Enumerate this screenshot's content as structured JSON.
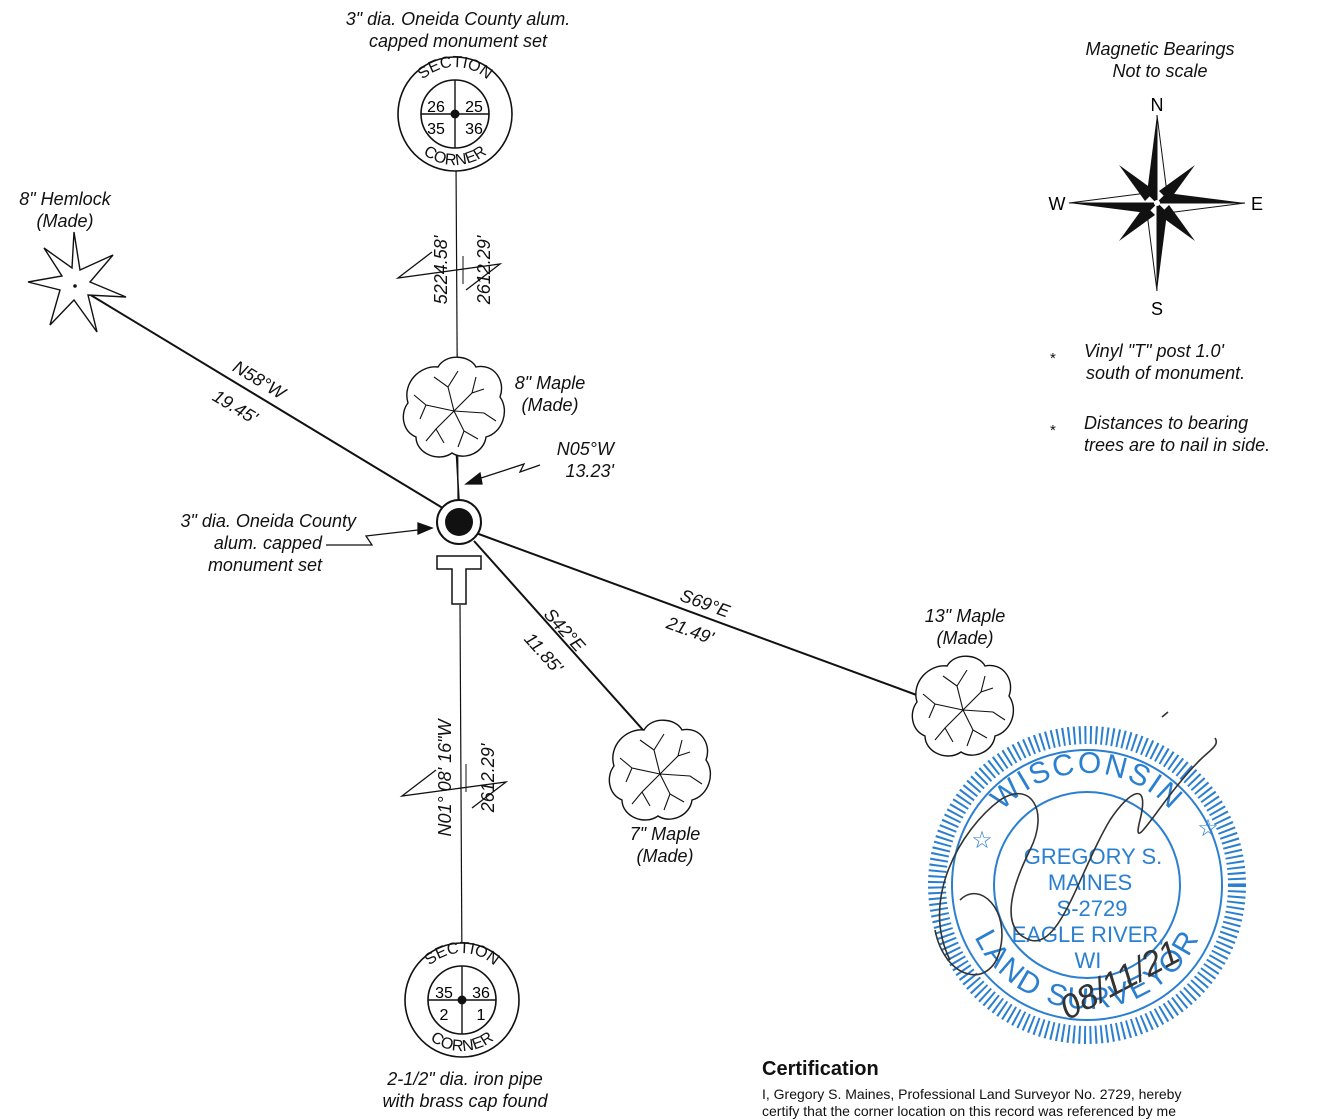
{
  "section_corner_north": {
    "label_line1": "3\" dia. Oneida County alum.",
    "label_line2": "capped monument set",
    "ring_top": "SECTION",
    "ring_bottom": "CORNER",
    "quadrants": [
      "26",
      "25",
      "35",
      "36"
    ]
  },
  "section_corner_south": {
    "label_line1": "2-1/2\" dia. iron pipe",
    "label_line2": "with brass cap found",
    "ring_top": "SECTION",
    "ring_bottom": "CORNER",
    "quadrants": [
      "35",
      "36",
      "2",
      "1"
    ]
  },
  "monument": {
    "label_line1": "3\" dia. Oneida County",
    "label_line2": "alum. capped",
    "label_line3": "monument set",
    "post_letter": "T"
  },
  "north_line": {
    "distance_total": "5224.58'",
    "distance_half": "2612.29'"
  },
  "south_line": {
    "bearing": "N01° 08' 16\"W",
    "distance_half": "2612.29'"
  },
  "bearing_trees": [
    {
      "id": "hemlock",
      "label_line1": "8\" Hemlock",
      "label_line2": "(Made)",
      "bearing": "N58°W",
      "distance": "19.45'"
    },
    {
      "id": "maple8",
      "label_line1": "8\" Maple",
      "label_line2": "(Made)",
      "bearing": "N05°W",
      "distance": "13.23'"
    },
    {
      "id": "maple13",
      "label_line1": "13\" Maple",
      "label_line2": "(Made)",
      "bearing": "S69°E",
      "distance": "21.49'"
    },
    {
      "id": "maple7",
      "label_line1": "7\" Maple",
      "label_line2": "(Made)",
      "bearing": "S42°E",
      "distance": "11.85'"
    }
  ],
  "compass": {
    "title_line1": "Magnetic Bearings",
    "title_line2": "Not to scale",
    "n": "N",
    "s": "S",
    "e": "E",
    "w": "W"
  },
  "notes": [
    {
      "bullet": "*",
      "line1": "Vinyl \"T\" post 1.0'",
      "line2": "south of monument."
    },
    {
      "bullet": "*",
      "line1": "Distances to bearing",
      "line2": "trees are to nail in side."
    }
  ],
  "seal": {
    "color": "#2a7fd0",
    "top_text": "WISCONSIN",
    "bottom_text": "LAND SURVEYOR",
    "name_line1": "GREGORY S.",
    "name_line2": "MAINES",
    "license": "S-2729",
    "city": "EAGLE RIVER,",
    "state": "WI",
    "date_handwritten": "08/11/21"
  },
  "certification": {
    "title": "Certification",
    "body_line1": "I, Gregory S. Maines, Professional Land Surveyor No. 2729, hereby",
    "body_line2": "certify that the corner location on this record was referenced by me"
  }
}
